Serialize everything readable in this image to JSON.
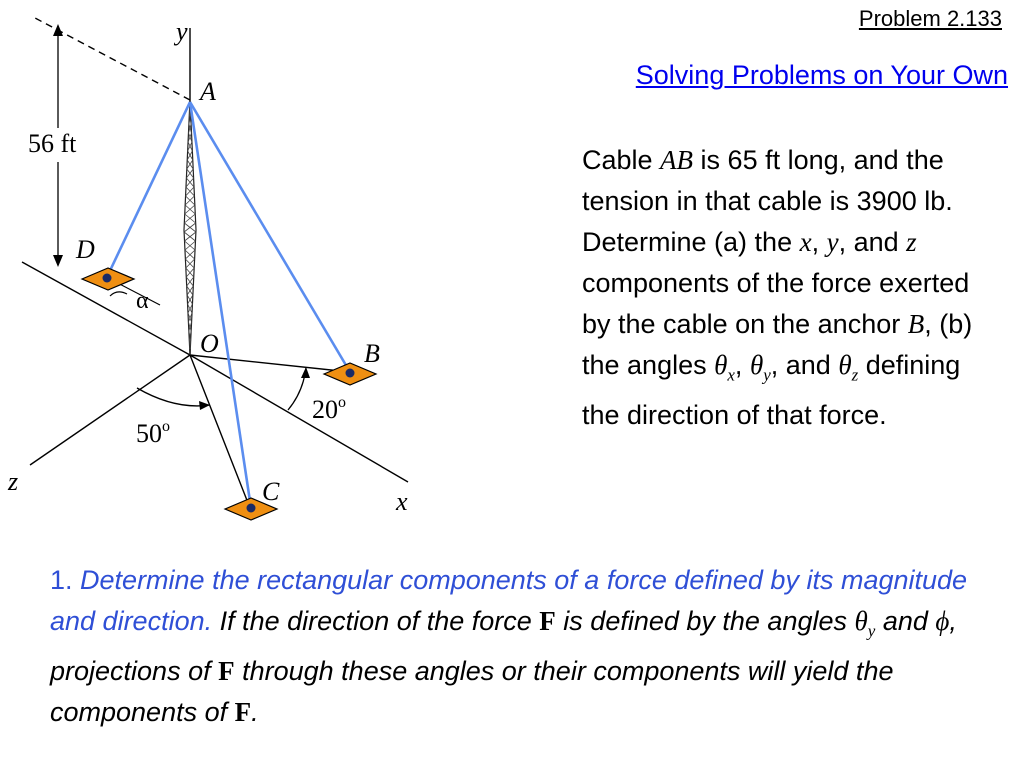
{
  "header": {
    "problem_number": "Problem  2.133",
    "section_link": "Solving Problems on Your Own"
  },
  "figure": {
    "labels": {
      "y": "y",
      "x": "x",
      "z": "z",
      "A": "A",
      "B": "B",
      "C": "C",
      "D": "D",
      "O": "O",
      "height": "56 ft",
      "alpha": "α",
      "angle_50": "50",
      "angle_20": "20",
      "degree": "o"
    },
    "colors": {
      "cable": "#5b8def",
      "anchor_fill": "#ef8f12",
      "link": "#0000ee",
      "hint_blue": "#2f4fd6"
    }
  },
  "statement": {
    "t1": "Cable ",
    "v_ab": "AB",
    "t2": " is 65 ft long, and the tension in that cable is 3900 lb.  Determine (a) the ",
    "v_x": "x",
    "c1": ", ",
    "v_y": "y",
    "c2": ", and ",
    "v_z": "z",
    "t3": " components of the force exerted by the cable on the anchor ",
    "v_b": "B",
    "t4": ", (b) the angles ",
    "theta": "θ",
    "sub_x": "x",
    "c3": ", ",
    "sub_y": "y",
    "c4": ", and ",
    "sub_z": "z",
    "t5": " defining the direction of that force."
  },
  "hint": {
    "num": "1. ",
    "blue_text": "Determine the rectangular components of a force defined by its magnitude and direction.",
    "t1": "  If the direction of the force ",
    "F": "F",
    "t2": " is defined by the angles ",
    "theta": "θ",
    "sub_y": "y",
    "t3": " and ",
    "phi": "ϕ",
    "t4": ", projections of ",
    "t5": " through these angles or their components will yield the components of ",
    "t6": "."
  }
}
